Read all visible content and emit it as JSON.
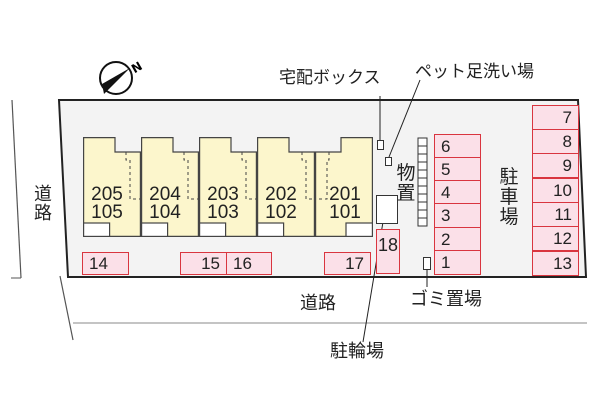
{
  "compass": {
    "label": "N",
    "icon": "compass-north-icon"
  },
  "labels": {
    "delivery_box": "宅配ボックス",
    "pet_wash": "ペット足洗い場",
    "road_left": "道路",
    "road_bottom": "道路",
    "storage": "物置",
    "parking": "駐車場",
    "bicycle_parking": "駐輪場",
    "garbage": "ゴミ置場"
  },
  "units": [
    {
      "upper": "205",
      "lower": "105"
    },
    {
      "upper": "204",
      "lower": "104"
    },
    {
      "upper": "203",
      "lower": "103"
    },
    {
      "upper": "202",
      "lower": "102"
    },
    {
      "upper": "201",
      "lower": "101"
    }
  ],
  "parking_spaces": {
    "center_column": [
      "6",
      "5",
      "4",
      "3",
      "2",
      "1"
    ],
    "right_column": [
      "7",
      "8",
      "9",
      "10",
      "11",
      "12",
      "13"
    ],
    "bottom_row": [
      "14",
      "15",
      "16",
      "17"
    ],
    "bicycle_adjacent": "18"
  },
  "colors": {
    "building_fill": "#fcf6cc",
    "parking_fill": "#fbe0e8",
    "parking_border": "#d9353f",
    "lot_fill": "#f3f3f3"
  }
}
